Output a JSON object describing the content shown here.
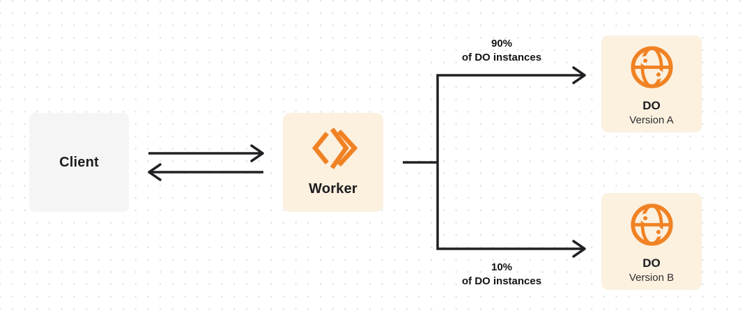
{
  "colors": {
    "brand_orange": "#f08223",
    "node_cream": "#fcf0df",
    "node_gray": "#f5f5f6",
    "wire": "#202124",
    "text_primary": "#1b1c1e",
    "text_secondary": "#2e2f31",
    "dot_grid": "#e3e3e7"
  },
  "nodes": {
    "client": {
      "label": "Client"
    },
    "worker": {
      "label": "Worker",
      "icon": "workers-icon"
    },
    "do_version_a": {
      "title": "DO",
      "subtitle": "Version A",
      "icon": "globe-icon"
    },
    "do_version_b": {
      "title": "DO",
      "subtitle": "Version B",
      "icon": "globe-icon"
    }
  },
  "edges": {
    "client_worker": {
      "type": "bidirectional-arrows"
    },
    "split_top": {
      "percent": "90%",
      "caption": "of DO instances"
    },
    "split_bottom": {
      "percent": "10%",
      "caption": "of DO instances"
    }
  }
}
